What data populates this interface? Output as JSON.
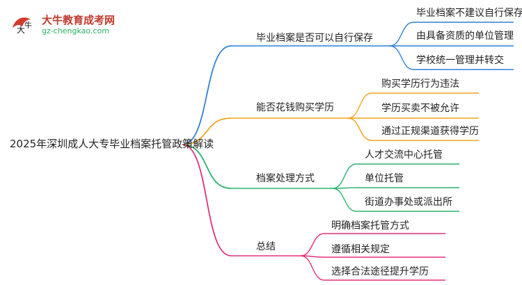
{
  "logo": {
    "name": "大牛教育成考网",
    "url": "gz-chengkao.com",
    "colors": {
      "title": "#c0392b",
      "url": "#27ae60"
    }
  },
  "mindmap": {
    "root": "2025年深圳成人大专毕业档案托管政策解读",
    "branches": [
      {
        "label": "毕业档案是否可以自行保存",
        "color": "#2f7fd6",
        "leaves": [
          "毕业档案不建议自行保存",
          "由具备资质的单位管理",
          "学校统一管理并转交"
        ]
      },
      {
        "label": "能否花钱购买学历",
        "color": "#f2a21b",
        "leaves": [
          "购买学历行为违法",
          "学历买卖不被允许",
          "通过正规渠道获得学历"
        ]
      },
      {
        "label": "档案处理方式",
        "color": "#29b36a",
        "leaves": [
          "人才交流中心托管",
          "单位托管",
          "街道办事处或派出所"
        ]
      },
      {
        "label": "总结",
        "color": "#e0307a",
        "leaves": [
          "明确档案托管方式",
          "遵循相关规定",
          "选择合法途径提升学历"
        ]
      }
    ]
  }
}
